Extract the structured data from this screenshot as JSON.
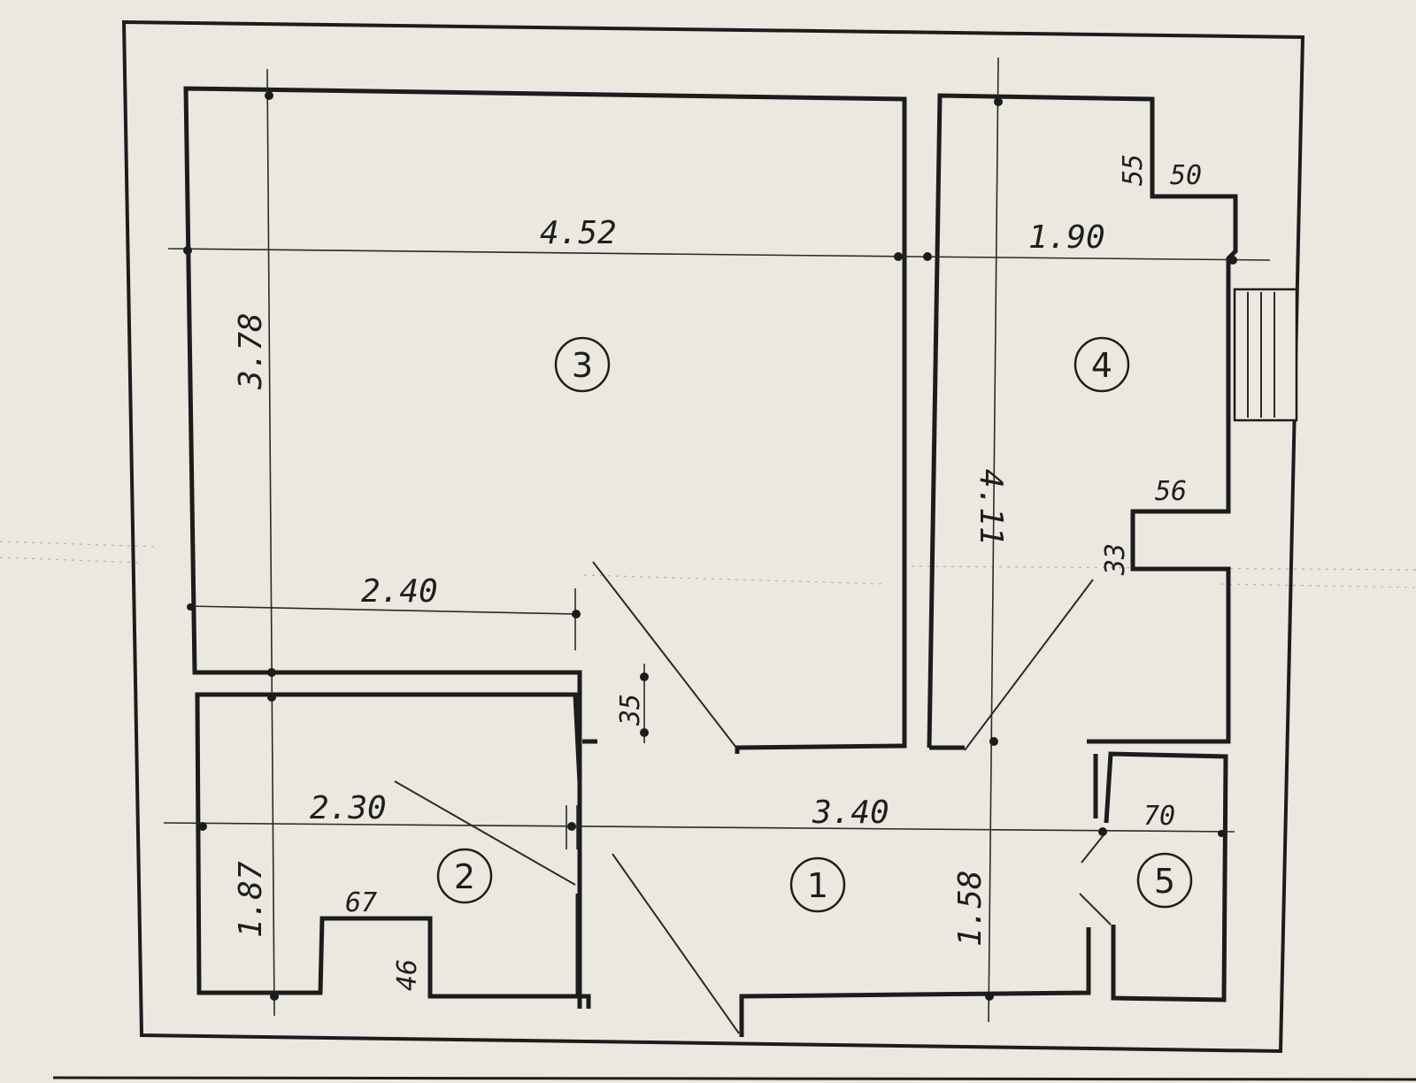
{
  "plan": {
    "rooms": [
      {
        "id": "1",
        "label": "1"
      },
      {
        "id": "2",
        "label": "2"
      },
      {
        "id": "3",
        "label": "3"
      },
      {
        "id": "4",
        "label": "4"
      },
      {
        "id": "5",
        "label": "5"
      }
    ],
    "dimensions": {
      "room3_width": "4.52",
      "room3_depth": "3.78",
      "room3_partial": "2.40",
      "room4_width": "1.90",
      "room4_depth": "4.11",
      "room4_niche_depth": "55",
      "room4_niche_width": "50",
      "room4_recess_width": "56",
      "room4_recess_depth": "33",
      "wall_offset": "35",
      "room2_width": "2.30",
      "room2_depth": "1.87",
      "room2_notch_width": "67",
      "room2_notch_depth": "46",
      "room1_width": "3.40",
      "room1_depth": "1.58",
      "room5_width": "70"
    }
  }
}
